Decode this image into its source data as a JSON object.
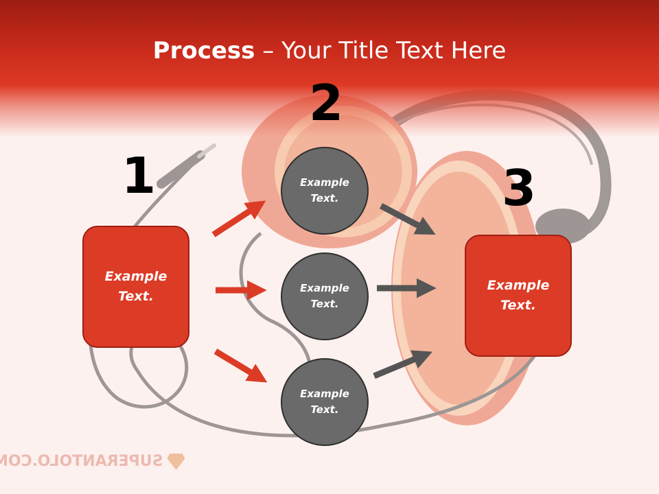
{
  "slide": {
    "title_bold": "Process",
    "title_dash": " – ",
    "title_rest": "Your Title Text Here"
  },
  "steps": [
    {
      "number": "1",
      "label_line1": "Example",
      "label_line2": "Text."
    },
    {
      "number": "2"
    },
    {
      "number": "3",
      "label_line1": "Example",
      "label_line2": "Text."
    }
  ],
  "circles": [
    {
      "label_line1": "Example",
      "label_line2": "Text."
    },
    {
      "label_line1": "Example",
      "label_line2": "Text."
    },
    {
      "label_line1": "Example",
      "label_line2": "Text."
    }
  ],
  "watermark": {
    "text": "SUPERANTOLO.COM"
  },
  "colors": {
    "header_red": "#c82a1b",
    "box_red": "#dc3b26",
    "arrow_red": "#dc3b26",
    "circle_gray": "#6a6a6a",
    "arrow_gray": "#555555"
  },
  "icons": [
    "headphones-orange-photo",
    "superantolo-logo-icon"
  ]
}
